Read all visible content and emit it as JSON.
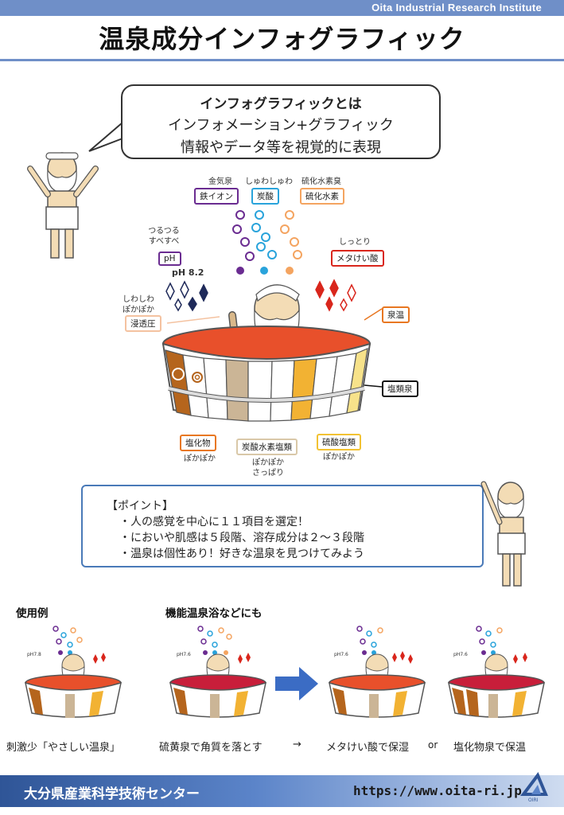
{
  "header": {
    "institute": "Oita Industrial Research Institute",
    "title": "温泉成分インフォグラフィック"
  },
  "bubble": {
    "line1": "インフォグラフィックとは",
    "line2": "インフォメーション+グラフィック",
    "line3": "情報やデータ等を視覚的に表現"
  },
  "labels": {
    "kanakisen": "金気泉",
    "iron": "鉄イオン",
    "shuwa": "しゅわしゅわ",
    "carbonic": "炭酸",
    "h2s_smell": "硫化水素臭",
    "h2s": "硫化水素",
    "smooth": "つるつる\nすべすべ",
    "ph": "pH",
    "ph_value": "pH 8.2",
    "moist": "しっとり",
    "metasilicic": "メタけい酸",
    "tingle": "しわしわ\nぽかぽか",
    "osmotic": "浸透圧",
    "temperature": "泉温",
    "spring_type": "塩類泉",
    "chloride": "塩化物",
    "chloride_feel": "ぽかぽか",
    "bicarbonate": "炭酸水素塩類",
    "bicarbonate_feel": "ぽかぽか\nさっぱり",
    "sulfate": "硫酸塩類",
    "sulfate_feel": "ぽかぽか"
  },
  "points": {
    "title": "【ポイント】",
    "items": [
      "・人の感覚を中心に１１項目を選定！",
      "・においや肌感は５段階、溶存成分は２～３段階",
      "・温泉は個性あり！好きな温泉を見つけてみよう"
    ]
  },
  "examples": {
    "usage_label": "使用例",
    "functional_label": "機能温泉浴などにも",
    "ph_small": [
      "pH7.8",
      "pH7.6",
      "pH7.6",
      "pH7.6"
    ],
    "caption1": "刺激少「やさしい温泉」",
    "caption2": "硫黄泉で角質を落とす",
    "arrow": "→",
    "caption3": "メタけい酸で保湿",
    "or": "or",
    "caption4": "塩化物泉で保温"
  },
  "footer": {
    "org": "大分県産業科学技術センター",
    "url": "https://www.oita-ri.jp",
    "logo": "OIRI"
  },
  "colors": {
    "accent": "#6f8fc8",
    "iron": "#6a2c91",
    "carbonic": "#29a3db",
    "h2s": "#f4a460",
    "metasilicic": "#d9261c",
    "temperature": "#e87722",
    "bath_water": "#e8502b",
    "scroll_border": "#4a7ab8",
    "arrow": "#3b6cc4"
  }
}
